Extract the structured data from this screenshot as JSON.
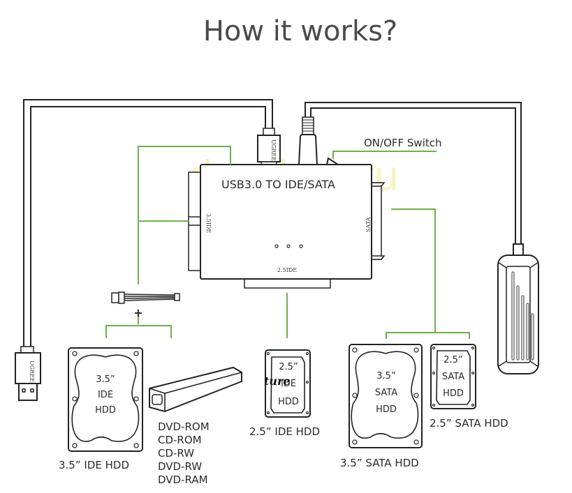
{
  "title": "How it works?",
  "watermark": "dvrobot.ru",
  "adapter": {
    "name": "USB3.0 TO IDE/SATA",
    "port_35ide": "3.5IDE",
    "port_sata": "SATA",
    "port_25ide": "2.5IDE",
    "cable_brand": "UGREEN"
  },
  "callouts": {
    "switch": "ON/OFF Switch",
    "plus": "+"
  },
  "devices": {
    "ide35": {
      "line1": "3.5”",
      "line2": "IDE",
      "line3": "HDD",
      "caption": "3.5”  IDE HDD"
    },
    "optical": {
      "items": [
        "DVD-ROM",
        "CD-ROM",
        "CD-RW",
        "DVD-RW",
        "DVD-RAM"
      ]
    },
    "ide25": {
      "line1": "2.5”",
      "line2": "IDE",
      "line3": "HDD",
      "caption": "2.5”  IDE HDD",
      "overlay": "ture"
    },
    "sata35": {
      "line1": "3.5”",
      "line2": "SATA",
      "line3": "HDD",
      "caption": "3.5”  SATA HDD"
    },
    "sata25": {
      "line1": "2.5”",
      "line2": "SATA",
      "line3": "HDD",
      "caption": "2.5”  SATA HDD"
    }
  },
  "colors": {
    "connector_line": "#6ab04c",
    "outline": "#222222",
    "title": "#4a4a4a"
  }
}
